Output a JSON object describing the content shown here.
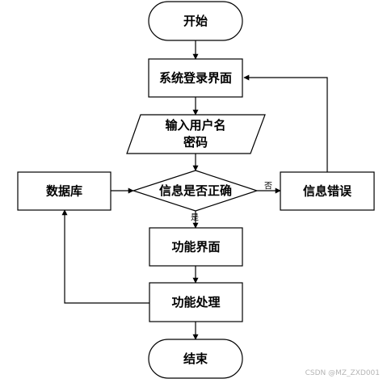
{
  "nodes": {
    "start": "开始",
    "login_ui": "系统登录界面",
    "input_line1": "输入用户名",
    "input_line2": "密码",
    "check": "信息是否正确",
    "database": "数据库",
    "info_error": "信息错误",
    "function_ui": "功能界面",
    "function_process": "功能处理",
    "end": "结束"
  },
  "edge_labels": {
    "no": "否",
    "yes": "是"
  },
  "watermark": "CSDN @MZ_ZXD001",
  "colors": {
    "stroke": "#000000",
    "fill": "#ffffff",
    "watermark": "#b5b5b5"
  }
}
